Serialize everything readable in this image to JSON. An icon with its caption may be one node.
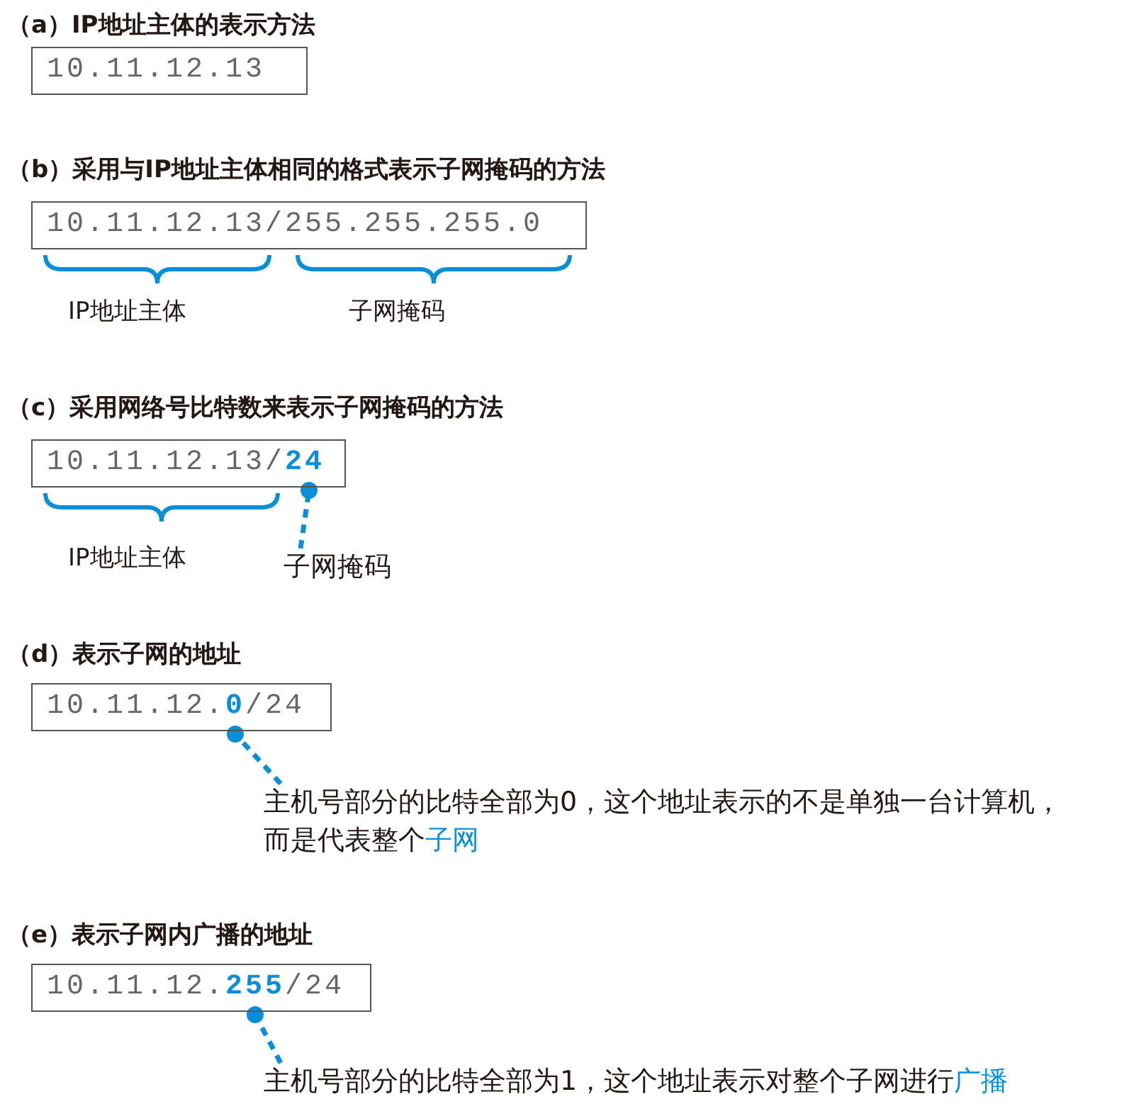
{
  "diagram": {
    "nodes": [
      {
        "text": [
          "10.11.12.13"
        ]
      },
      {
        "text": [
          "10.11.12.13/255.255.255.0"
        ]
      },
      {
        "text": [
          "10.11.12.13/**24**"
        ]
      },
      {
        "text": [
          "子网掩码"
        ]
      },
      {
        "text": [
          "10.11.12.**0**/24"
        ]
      },
      {
        "text": [
          "主机号部分的比特全部为0，这个地址表示的不是单独一台计算机，而是代表整个**子网**"
        ]
      },
      {
        "text": [
          "10.11.12.**255**/24"
        ]
      },
      {
        "text": [
          "主机号部分的比特全部为1，这个地址表示对整个子网进行**广播**"
        ]
      }
    ],
    "edges": [
      {
        "from": 3,
        "to": 2,
        "arrow": "other"
      },
      {
        "from": 5,
        "to": 4,
        "arrow": "other"
      },
      {
        "from": 7,
        "to": 6,
        "arrow": "other"
      }
    ],
    "labels": [
      "（a）IP地址主体的表示方法",
      "（b）采用与IP地址主体相同的格式表示子网掩码的方法",
      "IP地址主体",
      "子网掩码",
      "（c）采用网络号比特数来表示子网掩码的方法",
      "IP地址主体",
      "（d）表示子网的地址",
      "（e）表示子网内广播的地址"
    ]
  }
}
